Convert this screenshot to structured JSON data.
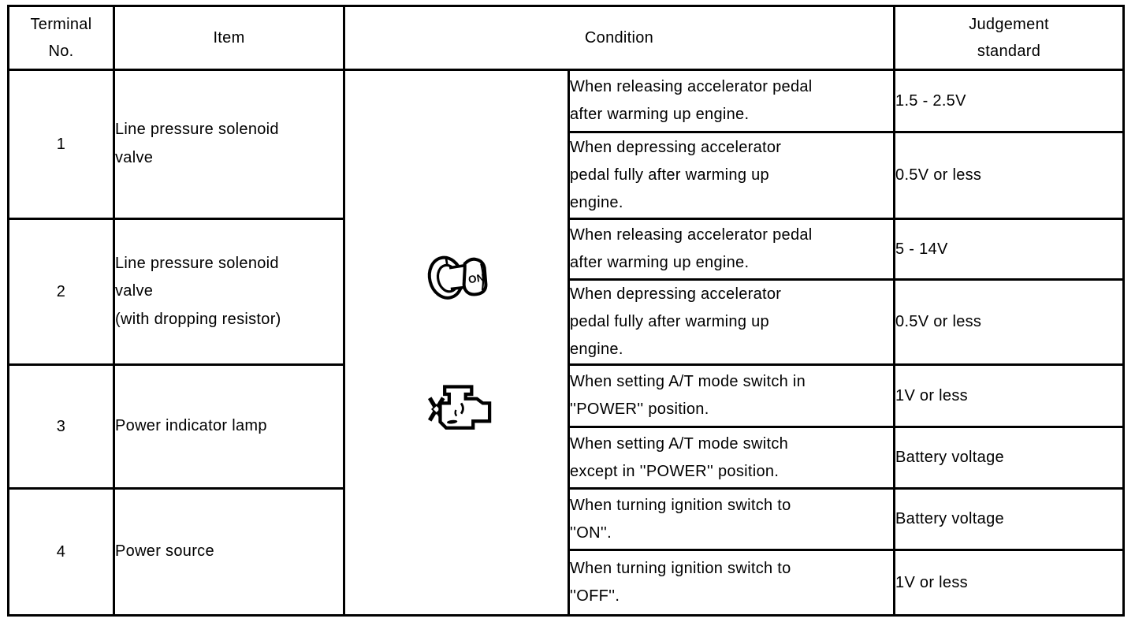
{
  "header": {
    "terminal_no": "Terminal\nNo.",
    "item": "Item",
    "condition": "Condition",
    "judgement": "Judgement\nstandard"
  },
  "icons": {
    "ignition_key_label": "ON"
  },
  "rows": [
    {
      "terminal_no": "1",
      "item": "Line pressure solenoid\nvalve",
      "conditions": [
        {
          "condition": "When releasing accelerator pedal\nafter warming up engine.",
          "standard": "1.5 - 2.5V"
        },
        {
          "condition": "When depressing accelerator\npedal fully after warming up\nengine.",
          "standard": "0.5V or less"
        }
      ]
    },
    {
      "terminal_no": "2",
      "item": "Line pressure solenoid\nvalve\n(with dropping resistor)",
      "conditions": [
        {
          "condition": "When releasing accelerator pedal\nafter warming up engine.",
          "standard": "5 - 14V"
        },
        {
          "condition": "When depressing accelerator\npedal fully after warming up\nengine.",
          "standard": "0.5V or less"
        }
      ]
    },
    {
      "terminal_no": "3",
      "item": "Power indicator lamp",
      "conditions": [
        {
          "condition": "When setting A/T mode switch in\n''POWER'' position.",
          "standard": "1V or less"
        },
        {
          "condition": "When setting A/T mode switch\nexcept in ''POWER'' position.",
          "standard": "Battery voltage"
        }
      ]
    },
    {
      "terminal_no": "4",
      "item": "Power source",
      "conditions": [
        {
          "condition": "When turning ignition switch to\n''ON''.",
          "standard": "Battery voltage"
        },
        {
          "condition": "When turning ignition switch to\n''OFF''.",
          "standard": "1V or less"
        }
      ]
    }
  ]
}
